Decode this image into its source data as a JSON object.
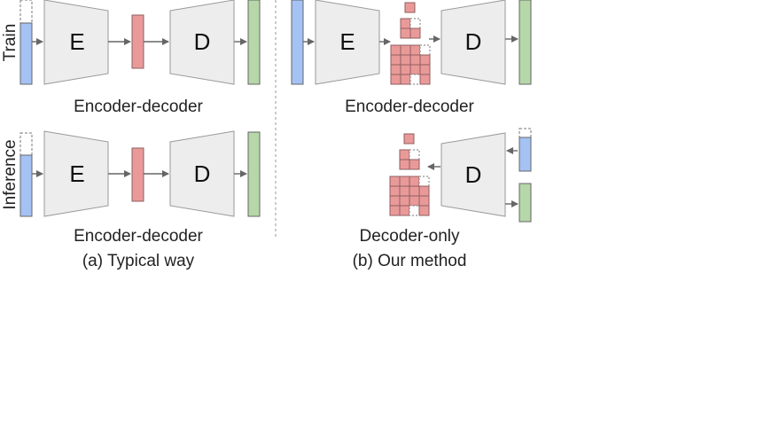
{
  "rows": {
    "train": "Train",
    "inference": "Inference"
  },
  "modules": {
    "encoder": "E",
    "decoder": "D"
  },
  "panel_a": {
    "train_label": "Encoder-decoder",
    "inference_label": "Encoder-decoder",
    "caption": "(a) Typical way"
  },
  "panel_b": {
    "train_label": "Encoder-decoder",
    "inference_label": "Decoder-only",
    "caption": "(b) Our method"
  },
  "colors": {
    "input": "#a4c2f4",
    "output": "#b6d7a8",
    "latent": "#ea9999",
    "module": "#ededed"
  }
}
